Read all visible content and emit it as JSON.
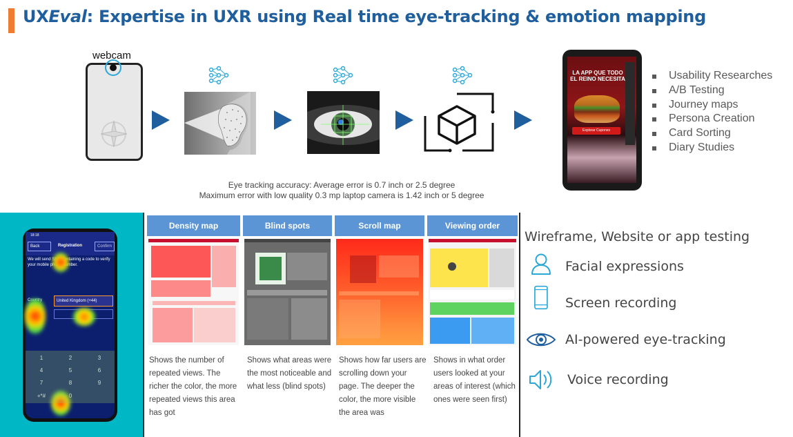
{
  "title": {
    "prefix": "UX",
    "brand_italic": "Eval",
    "rest": ": Expertise in UXR using Real time eye-tracking & emotion mapping"
  },
  "pipeline": {
    "webcam_label": "webcam"
  },
  "accuracy": {
    "line1": "Eye tracking accuracy: Average error is 0.7 inch or 2.5 degree",
    "line2": "Maximum error with low quality 0.3 mp laptop camera is 1.42 inch or 5 degree"
  },
  "app_mock": {
    "headline": "LA APP QUE TODO EL REINO NECESITA",
    "button": "Explorar Cupones"
  },
  "research_methods": [
    "Usability Researches",
    "A/B Testing",
    "Journey maps",
    "Persona Creation",
    "Card Sorting",
    "Diary Studies"
  ],
  "heatmap_phone": {
    "time": "18:18",
    "back": "Back",
    "title": "Registration",
    "confirm": "Confirm",
    "description": "We will send SMS containing a code to verify your mobile phone number.",
    "country_label": "Country",
    "country_value": "United Kingdom (+44)",
    "keys": [
      "1",
      "2",
      "3",
      "4",
      "5",
      "6",
      "7",
      "8",
      "9",
      "+*#",
      "0",
      ""
    ]
  },
  "maps": [
    {
      "title": "Density map",
      "description": "Shows the number of repeated views. The richer the color, the more repeated views this area has got"
    },
    {
      "title": "Blind spots",
      "description": "Shows what areas were the most noticeable and what less (blind spots)"
    },
    {
      "title": "Scroll map",
      "description": "Shows how far users are scrolling down your page. The deeper the color, the more visible the area was"
    },
    {
      "title": "Viewing order",
      "description": "Shows in what order users looked at your areas of interest (which ones were seen first)"
    }
  ],
  "testing": {
    "title": "Wireframe, Website or app testing",
    "features": [
      {
        "label": "Facial expressions",
        "icon": "user-icon"
      },
      {
        "label": "Screen recording",
        "icon": "smartphone-icon"
      },
      {
        "label": "AI-powered eye-tracking",
        "icon": "eye-icon"
      },
      {
        "label": "Voice recording",
        "icon": "speaker-icon"
      }
    ]
  },
  "colors": {
    "accent": "#ee7d31",
    "title_blue": "#1f5f9e",
    "card_header": "#5b95d6",
    "teal": "#00b7c6",
    "icon_blue": "#29a7d8"
  }
}
